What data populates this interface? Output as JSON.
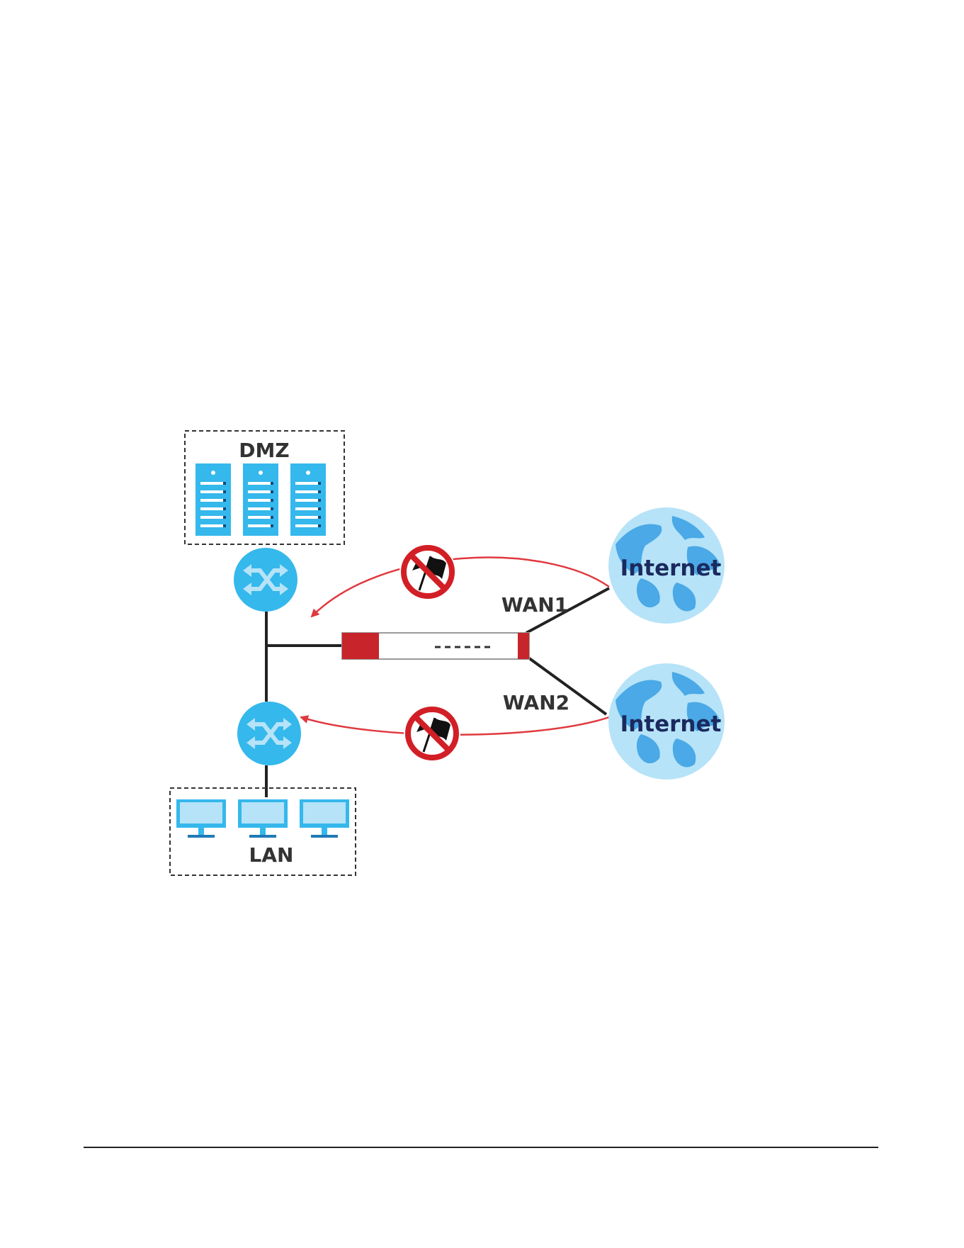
{
  "colors": {
    "accent_blue": "#35b8ec",
    "light_blue": "#b6e3f8",
    "globe_land": "#4aa9e6",
    "firewall_red": "#c8242c",
    "arrow_red": "#e0393f",
    "line": "#222222"
  },
  "diagram": {
    "dmz_label": "DMZ",
    "lan_label": "LAN",
    "wan1_label": "WAN1",
    "wan2_label": "WAN2",
    "internet1_label": "Internet",
    "internet2_label": "Internet"
  },
  "icons": {
    "server": "server-icon",
    "switch": "switch-icon",
    "firewall": "firewall-device-icon",
    "globe": "globe-icon",
    "blocked": "no-attack-icon",
    "monitor": "monitor-icon"
  }
}
